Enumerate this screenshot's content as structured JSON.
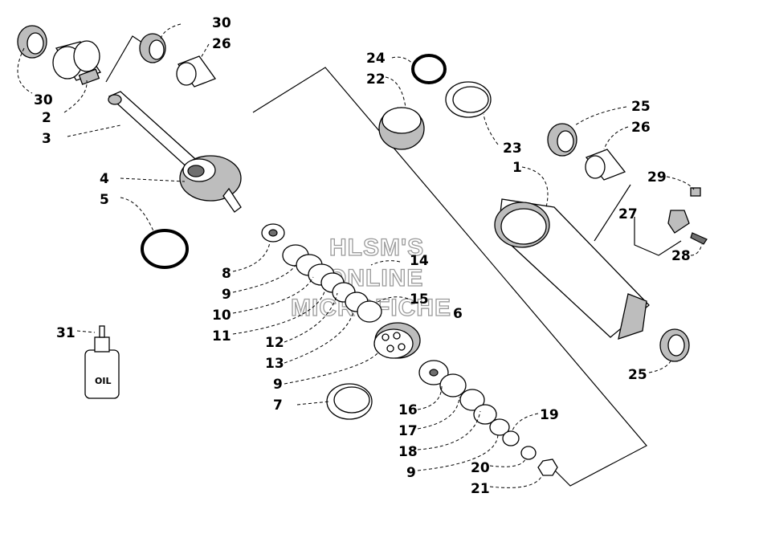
{
  "watermark": {
    "line1": "HLSM'S",
    "line2": "ONLINE",
    "line3": "MICROFICHE"
  },
  "oil_bottle_text": "OIL",
  "callouts": [
    {
      "id": "c30a",
      "text": "30"
    },
    {
      "id": "c26a",
      "text": "26"
    },
    {
      "id": "c30b",
      "text": "30"
    },
    {
      "id": "c2",
      "text": "2"
    },
    {
      "id": "c3",
      "text": "3"
    },
    {
      "id": "c4",
      "text": "4"
    },
    {
      "id": "c5",
      "text": "5"
    },
    {
      "id": "c8",
      "text": "8"
    },
    {
      "id": "c9a",
      "text": "9"
    },
    {
      "id": "c10",
      "text": "10"
    },
    {
      "id": "c11",
      "text": "11"
    },
    {
      "id": "c12",
      "text": "12"
    },
    {
      "id": "c13",
      "text": "13"
    },
    {
      "id": "c9b",
      "text": "9"
    },
    {
      "id": "c7",
      "text": "7"
    },
    {
      "id": "c14",
      "text": "14"
    },
    {
      "id": "c15",
      "text": "15"
    },
    {
      "id": "c6",
      "text": "6"
    },
    {
      "id": "c16",
      "text": "16"
    },
    {
      "id": "c17",
      "text": "17"
    },
    {
      "id": "c18",
      "text": "18"
    },
    {
      "id": "c9c",
      "text": "9"
    },
    {
      "id": "c19",
      "text": "19"
    },
    {
      "id": "c20",
      "text": "20"
    },
    {
      "id": "c21",
      "text": "21"
    },
    {
      "id": "c24",
      "text": "24"
    },
    {
      "id": "c22",
      "text": "22"
    },
    {
      "id": "c23",
      "text": "23"
    },
    {
      "id": "c1",
      "text": "1"
    },
    {
      "id": "c25a",
      "text": "25"
    },
    {
      "id": "c26b",
      "text": "26"
    },
    {
      "id": "c29",
      "text": "29"
    },
    {
      "id": "c27",
      "text": "27"
    },
    {
      "id": "c28",
      "text": "28"
    },
    {
      "id": "c25b",
      "text": "25"
    },
    {
      "id": "c31",
      "text": "31"
    }
  ]
}
